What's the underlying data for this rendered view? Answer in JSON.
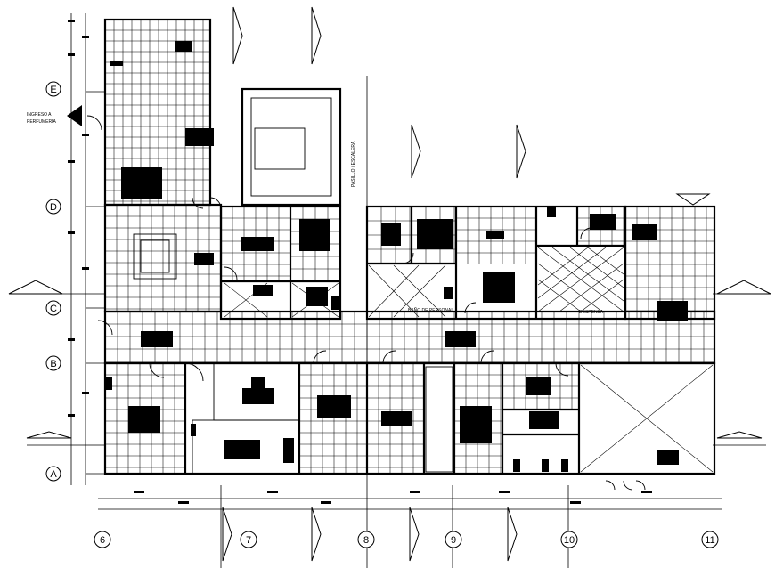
{
  "drawing": {
    "axis_rows": [
      "E",
      "D",
      "C",
      "B",
      "A"
    ],
    "axis_columns": [
      "6",
      "7",
      "8",
      "9",
      "10",
      "11"
    ],
    "entry_note": [
      "INGRESO A",
      "PERFUMERIA"
    ],
    "labels": {
      "vertical": "PASILLO / ESCALERA",
      "kitchen": "BAÑO DE PERSONAL",
      "right_label": "DESPENSA"
    }
  }
}
